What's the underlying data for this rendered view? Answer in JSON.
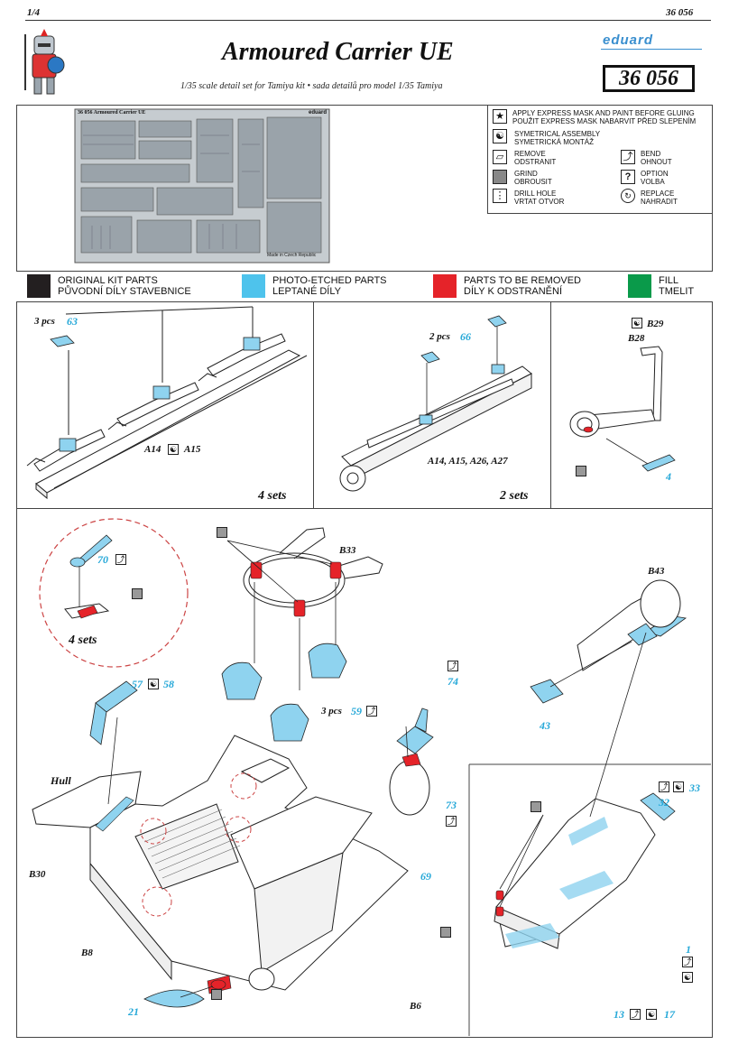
{
  "header": {
    "page": "1/4",
    "code_top": "36 056",
    "title": "Armoured Carrier UE",
    "subtitle": "1/35 scale detail set for Tamiya kit  • sada detailů pro model 1/35 Tamiya",
    "brand": "eduard",
    "set_number": "36 056"
  },
  "fret": {
    "label_left": "36 056  Armoured Carrier UE",
    "label_right": "eduard",
    "small_print": "Made in Czech Republic"
  },
  "legend": [
    {
      "icon": "star-icon",
      "line1": "APPLY EXPRESS MASK AND PAINT BEFORE GLUING",
      "line2": "POUŽIT EXPRESS MASK NABARVIT PŘED SLEPENÍM"
    },
    {
      "icon": "yin-yang-icon",
      "line1": "SYMETRICAL ASSEMBLY",
      "line2": "SYMETRICKÁ MONTÁŽ"
    },
    {
      "icon": "remove-icon",
      "line1": "REMOVE",
      "line2": "ODSTRANIT"
    },
    {
      "icon": "grind-icon",
      "line1": "GRIND",
      "line2": "OBROUSIT"
    },
    {
      "icon": "drill-icon",
      "line1": "DRILL HOLE",
      "line2": "VRTAT OTVOR"
    },
    {
      "icon": "bend-icon",
      "line1": "BEND",
      "line2": "OHNOUT"
    },
    {
      "icon": "option-icon",
      "line1": "OPTION",
      "line2": "VOLBA"
    },
    {
      "icon": "replace-icon",
      "line1": "REPLACE",
      "line2": "NAHRADIT"
    }
  ],
  "color_key": [
    {
      "color": "#231f20",
      "line1": "ORIGINAL KIT PARTS",
      "line2": "PŮVODNÍ DÍLY STAVEBNICE"
    },
    {
      "color": "#4ec3ec",
      "line1": "PHOTO-ETCHED PARTS",
      "line2": "LEPTANÉ DÍLY"
    },
    {
      "color": "#e52329",
      "line1": "PARTS TO BE REMOVED",
      "line2": "DÍLY K ODSTRANĚNÍ"
    },
    {
      "color": "#0a9a4a",
      "line1": "FILL",
      "line2": "TMELIT"
    }
  ],
  "step1": {
    "qty": "3 pcs",
    "part": "63",
    "kit_a": "A14",
    "kit_b": "A15",
    "sets": "4 sets"
  },
  "step2": {
    "qty": "2 pcs",
    "part": "66",
    "kit": "A14, A15, A26, A27",
    "sets": "2 sets"
  },
  "step3": {
    "kit_a": "B29",
    "kit_b": "B28",
    "part": "4"
  },
  "main": {
    "inset_part": "70",
    "inset_sets": "4 sets",
    "b33": "B33",
    "b43": "B43",
    "p57": "57",
    "p58": "58",
    "p59_qty": "3 pcs",
    "p59": "59",
    "p74": "74",
    "p73": "73",
    "p43": "43",
    "hull": "Hull",
    "b30": "B30",
    "b8": "B8",
    "p21": "21",
    "p69": "69",
    "b6": "B6",
    "p33": "33",
    "p32": "32",
    "p1": "1",
    "p13": "13",
    "p17": "17"
  }
}
